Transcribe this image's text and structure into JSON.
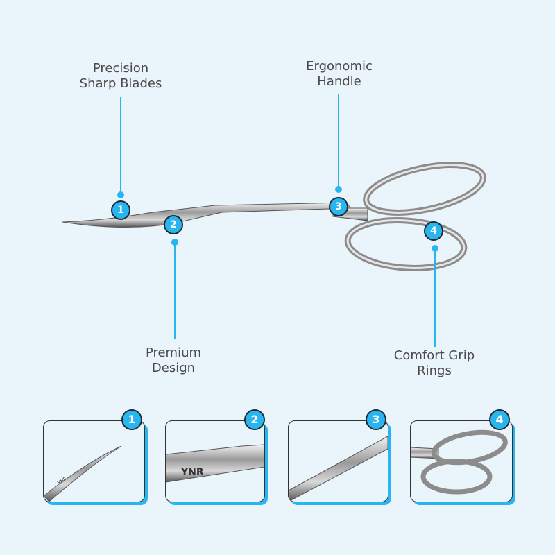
{
  "callouts": [
    {
      "number": "1",
      "label_line1": "Precision",
      "label_line2": "Sharp Blades"
    },
    {
      "number": "2",
      "label_line1": "Premium",
      "label_line2": "Design"
    },
    {
      "number": "3",
      "label_line1": "Ergonomic",
      "label_line2": "Handle"
    },
    {
      "number": "4",
      "label_line1": "Comfort Grip",
      "label_line2": "Rings"
    }
  ],
  "detail_cards": [
    {
      "number": "1",
      "engraving": "YNR"
    },
    {
      "number": "2",
      "engraving": "YNR"
    },
    {
      "number": "3"
    },
    {
      "number": "4"
    }
  ],
  "colors": {
    "accent": "#29b6f0",
    "background": "#eaf4fb",
    "text": "#4a4a4a"
  }
}
